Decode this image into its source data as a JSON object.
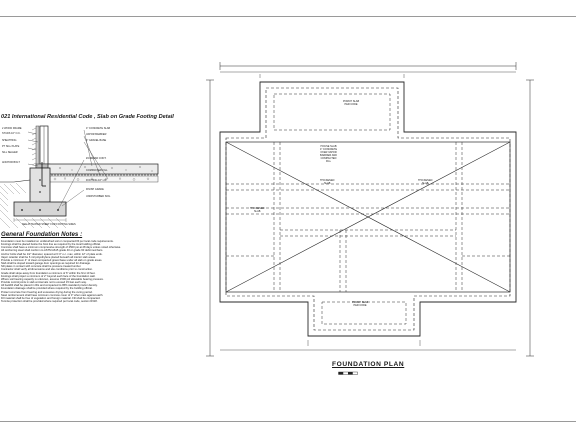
{
  "detail": {
    "title": "021 International Residential Code , Slab on Grade Footing Detail",
    "callouts_left": [
      "2 WOOD FRAME",
      "STUDS 16\" O.C.",
      "SHEATHING",
      "PT SILL PLATE",
      "SILL SEALER",
      "ANCHOR BOLT"
    ],
    "callouts_right": [
      "4\" CONCRETE SLAB",
      "VAPOR BARRIER",
      "4\" GRAVEL BASE",
      "#4 REBAR CONT.",
      "COMPACTED FILL",
      "FOOTING 16\" x 8\"",
      "FINISH GRADE",
      "UNDISTURBED SOIL"
    ],
    "callout_bottom": "SEE ATTACHED SHEET FOR FOOTING SIZES"
  },
  "notes": {
    "heading": "General Foundation Notes :",
    "lines": [
      "Foundation must be installed on undisturbed soil or compacted fill per local code requirements.",
      "Footings shall be placed below the frost line as required by the local building official.",
      "Concrete shall have a minimum compressive strength of 2500 psi at 28 days unless noted otherwise.",
      "All reinforcing steel shall conform to ASTM A615 grade 40 or grade 60 deformed bars.",
      "Anchor bolts shall be 1/2\" diameter, spaced at 6'-0\" o.c. max, within 12\" of plate ends.",
      "Vapor retarder shall be 6 mil polyethylene placed beneath all interior slab areas.",
      "Provide a minimum 4\" of clean compacted gravel base under all slab on grade areas.",
      "Slab shall be sloped toward garage door openings as required for drainage.",
      "Sill plates in contact with concrete shall be pressure treated lumber.",
      "Contractor shall verify all dimensions and site conditions prior to construction.",
      "Grade shall slope away from foundation a minimum of 6\" within the first 10 feet.",
      "Footings shall project a minimum of 2\" beyond each face of the foundation wall.",
      "Where soil bearing capacity is unknown, assume 1500 psf allowable bearing pressure.",
      "Provide control joints in slab at intervals not to exceed 15 feet each way.",
      "All backfill shall be placed in lifts and compacted to 95% standard proctor density.",
      "Foundation drainage shall be provided where required by the building official.",
      "Protect concrete from freezing and excessive drying during the curing period.",
      "Steel reinforcement shall have minimum concrete cover of 3\" when cast against earth.",
      "Fill material shall be free of vegetation and foreign material. Fill shall be compacted.",
      "Termite protection shall be provided where required per local code, section R318."
    ]
  },
  "plan": {
    "title": "FOUNDATION PLAN",
    "labels": {
      "top_porch": "PORCH SLAB\nPER CODE",
      "main_slab": "HOUSE SLAB\n4\" CONCRETE\nOVER VAPOR\nBARRIER AND\nCOMPACTED\nFILL",
      "left_grade": "THICKENED\nSLAB",
      "right_grade": "THICKENED\nSLAB",
      "center_beam": "THICKENED\nSLAB",
      "bottom_porch": "PORCH SLAB\nPER CODE"
    }
  }
}
